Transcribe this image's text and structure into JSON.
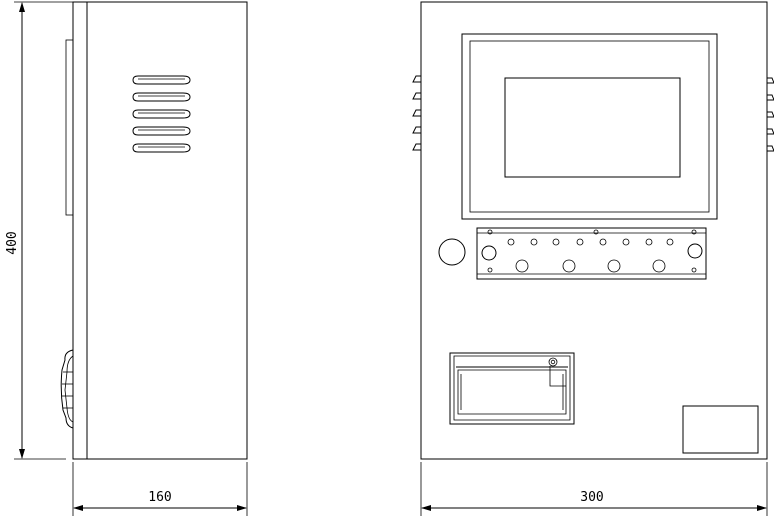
{
  "dimensions": {
    "height_label": "400",
    "side_width_label": "160",
    "front_width_label": "300"
  }
}
